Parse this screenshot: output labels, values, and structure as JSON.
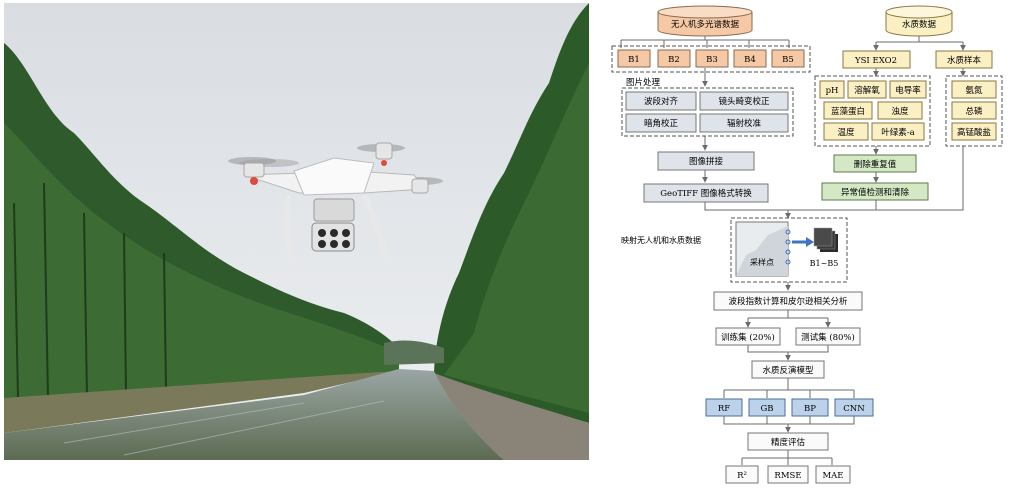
{
  "colors": {
    "orange_fill": "#f6c9a6",
    "yellow_fill": "#fbefc4",
    "green_fill": "#d4e8c6",
    "gray_fill": "#dfe3ea",
    "blue_fill": "#bcd2ea",
    "white_fill": "#fafafa",
    "line": "#6b6b6b",
    "arrow_accent": "#3e74c4"
  },
  "photo": {
    "description_icon": "drone-over-river-photo"
  },
  "flow": {
    "uav_db": "无人机多光谱数据",
    "water_db": "水质数据",
    "bands": [
      "B1",
      "B2",
      "B3",
      "B4",
      "B5"
    ],
    "image_processing_label": "图片处理",
    "processing": [
      "波段对齐",
      "镜头畸变校正",
      "暗角校正",
      "辐射校准"
    ],
    "stitch": "图像拼接",
    "geotiff": "GeoTIFF 图像格式转换",
    "ysi": "YSI EXO2",
    "water_sample": "水质样本",
    "ysi_params": [
      "pH",
      "溶解氧",
      "电导率",
      "蓝藻蛋白",
      "浊度",
      "温度",
      "叶绿素-a"
    ],
    "sample_params": [
      "氨氮",
      "总磷",
      "高锰酸盐"
    ],
    "dedupe": "删除重复值",
    "outlier": "异常值检测和清除",
    "mapping_label": "映射无人机和水质数据",
    "sample_point": "采样点",
    "bands_range": "B1~B5",
    "index_calc": "波段指数计算和皮尔逊相关分析",
    "train_set": "训练集 (20%)",
    "test_set": "测试集 (80%)",
    "inversion_model": "水质反演模型",
    "models": [
      "RF",
      "GB",
      "BP",
      "CNN"
    ],
    "accuracy_eval": "精度评估",
    "metrics": [
      "R²",
      "RMSE",
      "MAE"
    ]
  }
}
